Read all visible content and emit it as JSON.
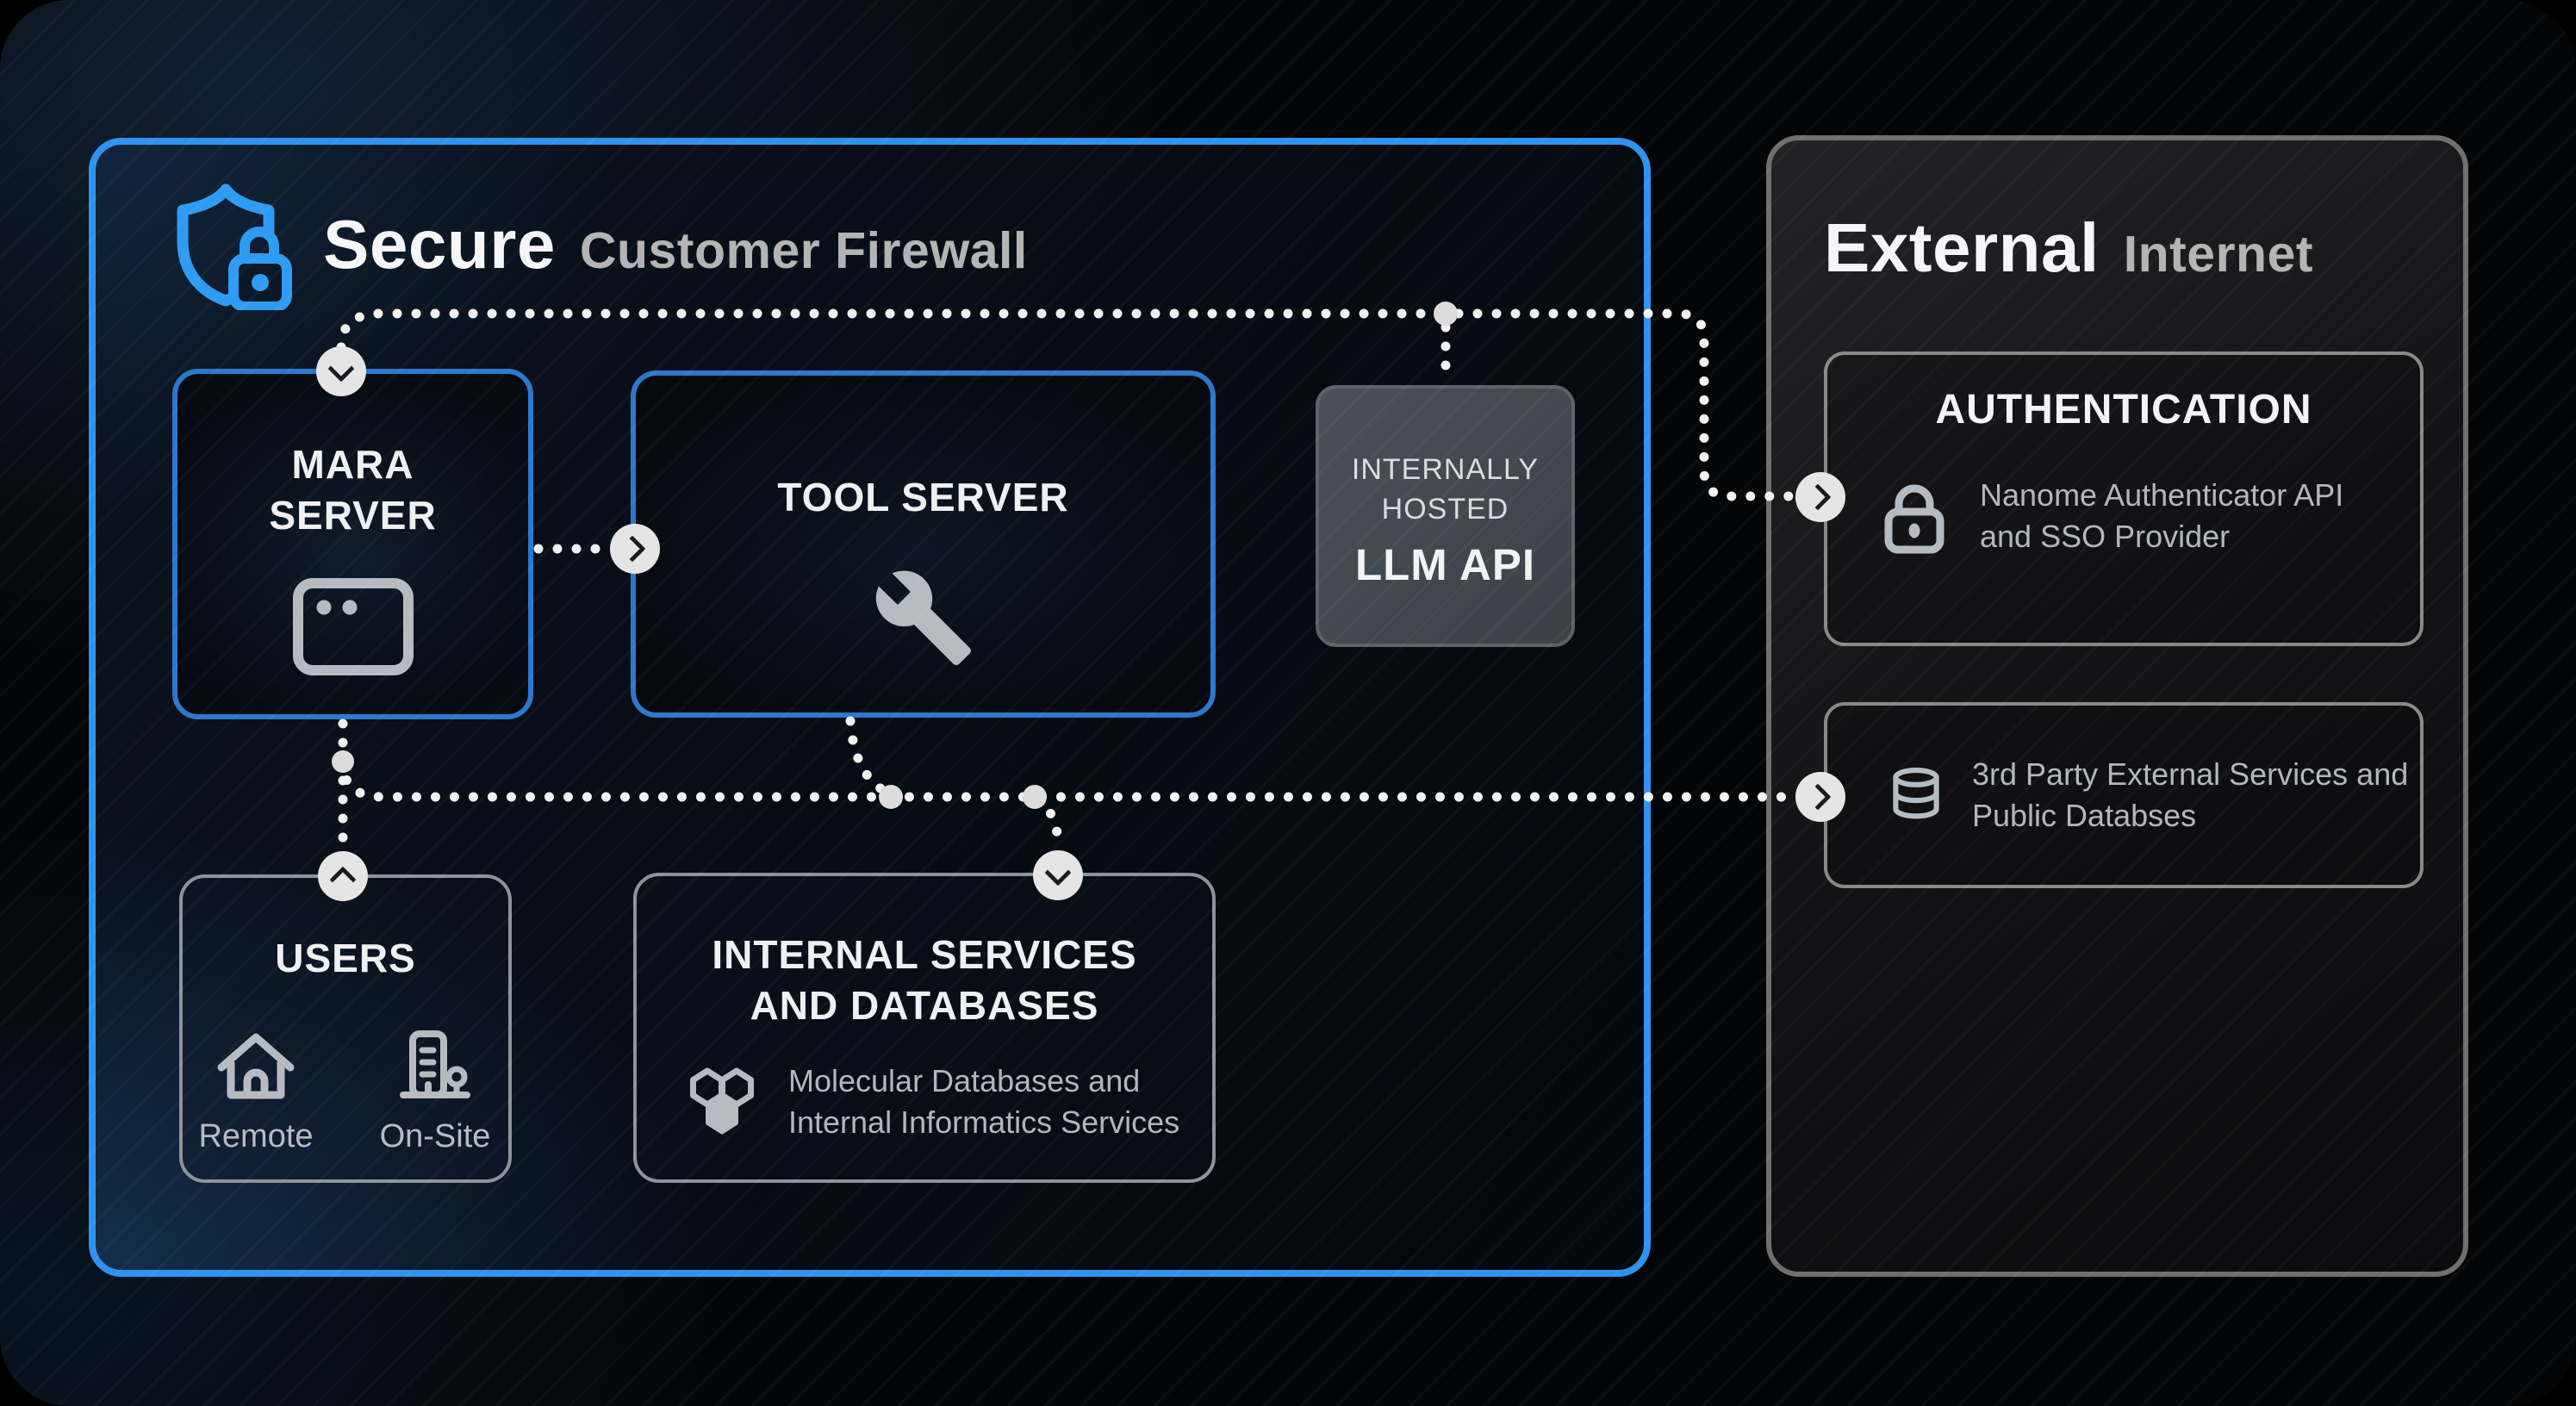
{
  "secure_zone": {
    "title_primary": "Secure",
    "title_secondary": "Customer Firewall",
    "mara_server": {
      "title": "MARA SERVER"
    },
    "tool_server": {
      "title": "TOOL SERVER"
    },
    "llm_api": {
      "subtitle": "INTERNALLY HOSTED",
      "title": "LLM API"
    },
    "users": {
      "title": "USERS",
      "remote_label": "Remote",
      "onsite_label": "On-Site"
    },
    "internal_services": {
      "title": "INTERNAL SERVICES AND DATABASES",
      "description": "Molecular Databases and Internal Informatics Services"
    }
  },
  "external_zone": {
    "title_primary": "External",
    "title_secondary": "Internet",
    "authentication": {
      "title": "AUTHENTICATION",
      "description": "Nanome Authenticator API and SSO Provider"
    },
    "third_party": {
      "description": "3rd Party External Services and Public Databses"
    }
  },
  "connections": [
    "secure-perimeter to mara-server",
    "mara-server to internally-hosted-llm-api",
    "mara-server to authentication",
    "mara-server to tool-server",
    "mara-server to users",
    "tool-server to internal-services-and-databases",
    "tool-server to third-party-external-services"
  ],
  "colors": {
    "firewall_blue": "#2e93f0",
    "inner_box_blue": "#2a79cf",
    "external_gray_border": "#6f6f6f",
    "connector_white": "#f1f1f1",
    "llm_box_gray": "#434a51",
    "icon_gray": "#b5bbc1",
    "title_white": "#f4f6f8",
    "secondary_gray": "#b4b4b4",
    "body_text_gray": "#b2b7bd"
  }
}
